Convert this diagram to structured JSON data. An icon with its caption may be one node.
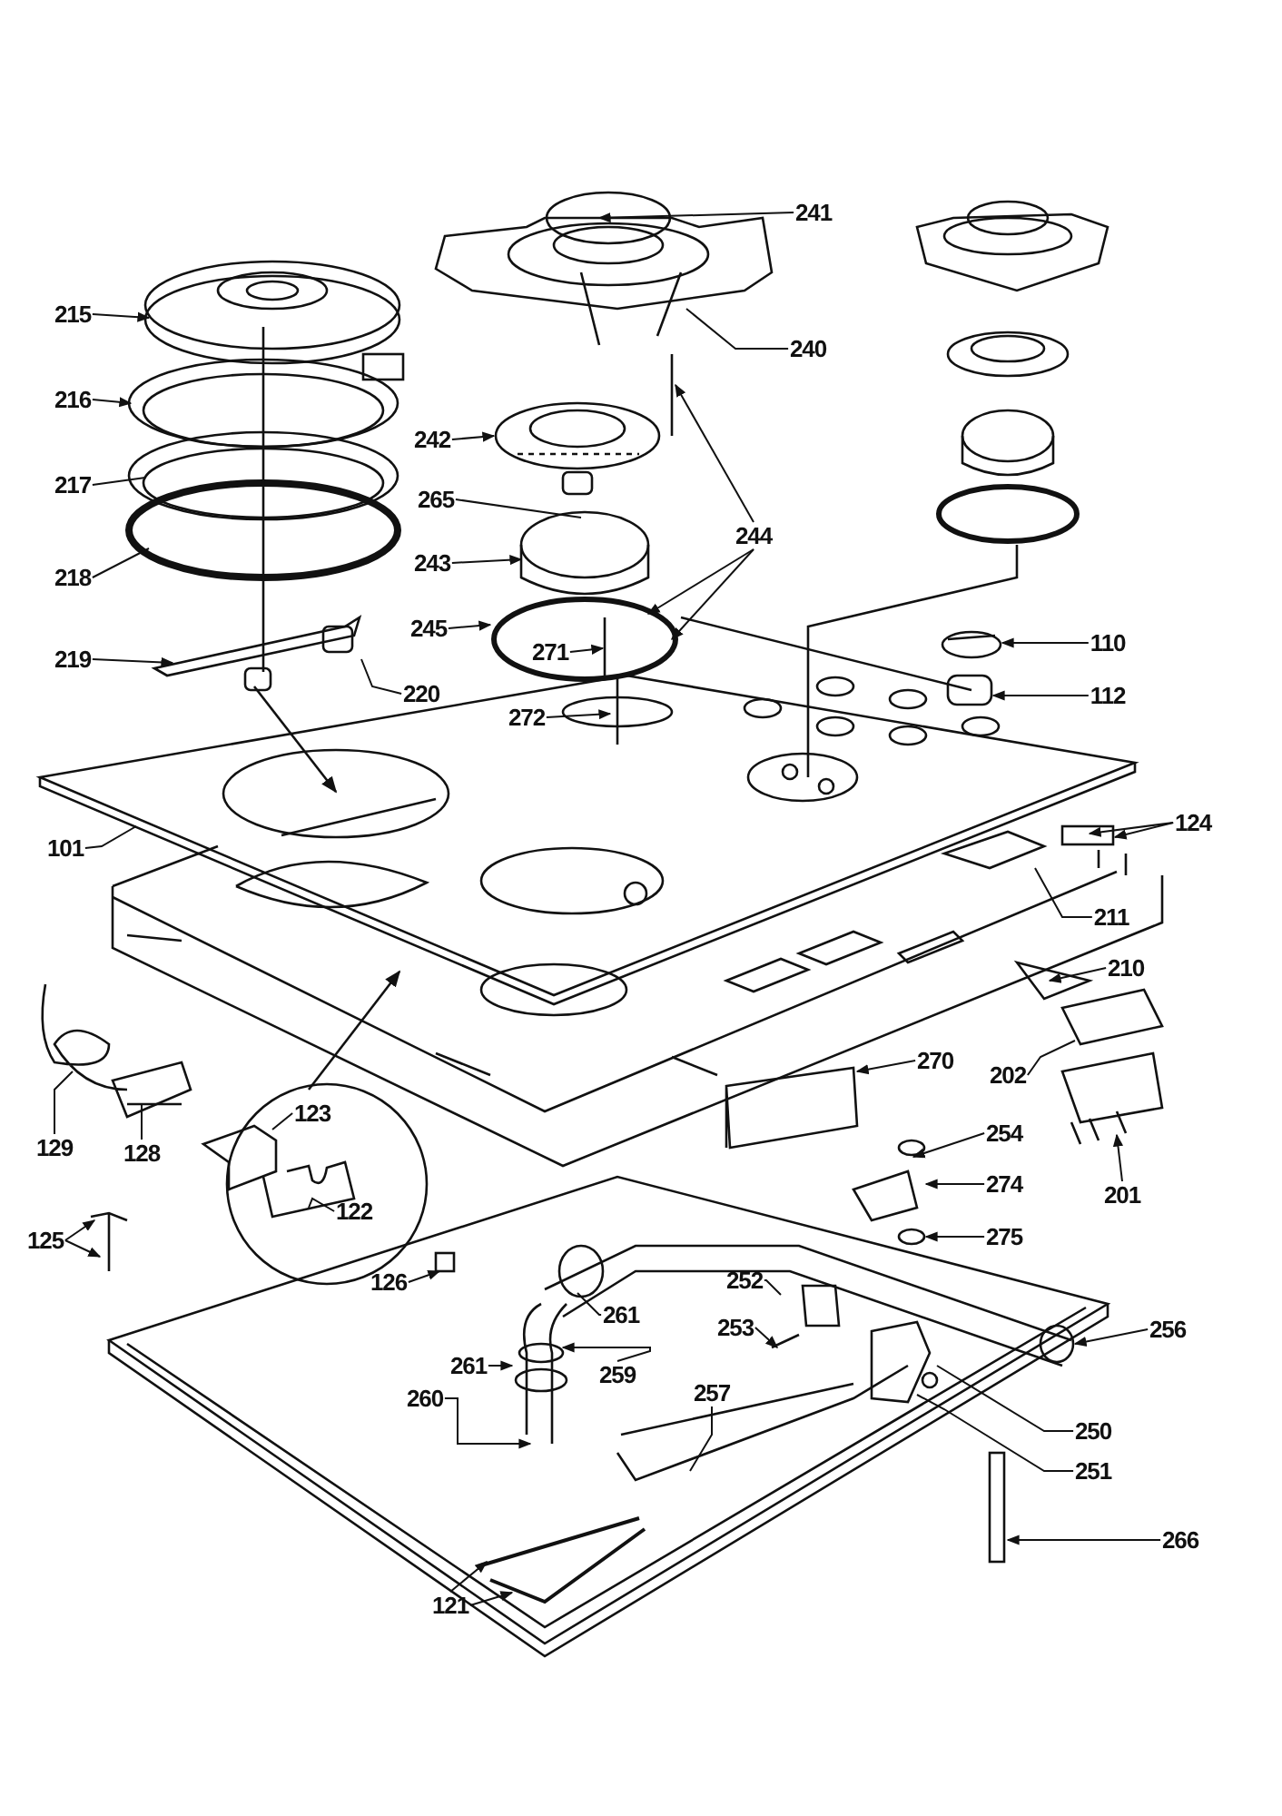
{
  "diagram": {
    "nodes": [
      {
        "text": [
          "241"
        ]
      },
      {
        "text": [
          "240"
        ]
      },
      {
        "text": [
          "215"
        ]
      },
      {
        "text": [
          "216"
        ]
      },
      {
        "text": [
          "217"
        ]
      },
      {
        "text": [
          "218"
        ]
      },
      {
        "text": [
          "219"
        ]
      },
      {
        "text": [
          "220"
        ]
      },
      {
        "text": [
          "242"
        ]
      },
      {
        "text": [
          "265"
        ]
      },
      {
        "text": [
          "243"
        ]
      },
      {
        "text": [
          "244"
        ]
      },
      {
        "text": [
          "245"
        ]
      },
      {
        "text": [
          "271"
        ]
      },
      {
        "text": [
          "272"
        ]
      },
      {
        "text": [
          "110"
        ]
      },
      {
        "text": [
          "112"
        ]
      },
      {
        "text": [
          "124"
        ]
      },
      {
        "text": [
          "211"
        ]
      },
      {
        "text": [
          "210"
        ]
      },
      {
        "text": [
          "202"
        ]
      },
      {
        "text": [
          "201"
        ]
      },
      {
        "text": [
          "270"
        ]
      },
      {
        "text": [
          "254"
        ]
      },
      {
        "text": [
          "274"
        ]
      },
      {
        "text": [
          "275"
        ]
      },
      {
        "text": [
          "101"
        ]
      },
      {
        "text": [
          "123"
        ]
      },
      {
        "text": [
          "122"
        ]
      },
      {
        "text": [
          "129"
        ]
      },
      {
        "text": [
          "128"
        ]
      },
      {
        "text": [
          "125"
        ]
      },
      {
        "text": [
          "126"
        ]
      },
      {
        "text": [
          "261"
        ]
      },
      {
        "text": [
          "259"
        ]
      },
      {
        "text": [
          "261"
        ]
      },
      {
        "text": [
          "260"
        ]
      },
      {
        "text": [
          "252"
        ]
      },
      {
        "text": [
          "253"
        ]
      },
      {
        "text": [
          "256"
        ]
      },
      {
        "text": [
          "250"
        ]
      },
      {
        "text": [
          "251"
        ]
      },
      {
        "text": [
          "257"
        ]
      },
      {
        "text": [
          "266"
        ]
      },
      {
        "text": [
          "121"
        ]
      },
      {
        "text": [],
        "shape": "circle"
      }
    ],
    "edges": [
      {
        "from": 0,
        "to": null,
        "arrow": "to"
      },
      {
        "from": 1,
        "to": null,
        "arrow": "none"
      },
      {
        "from": 2,
        "to": null,
        "arrow": "to"
      },
      {
        "from": 3,
        "to": null,
        "arrow": "to"
      },
      {
        "from": 4,
        "to": null,
        "arrow": "none"
      },
      {
        "from": 5,
        "to": null,
        "arrow": "none"
      },
      {
        "from": 6,
        "to": null,
        "arrow": "to"
      },
      {
        "from": 7,
        "to": null,
        "arrow": "none"
      },
      {
        "from": 8,
        "to": null,
        "arrow": "to"
      },
      {
        "from": 9,
        "to": null,
        "arrow": "none"
      },
      {
        "from": 10,
        "to": null,
        "arrow": "to"
      },
      {
        "from": 11,
        "to": null,
        "arrow": "to"
      },
      {
        "from": 11,
        "to": null,
        "arrow": "to"
      },
      {
        "from": 11,
        "to": null,
        "arrow": "to"
      },
      {
        "from": 12,
        "to": null,
        "arrow": "to"
      },
      {
        "from": 13,
        "to": null,
        "arrow": "to"
      },
      {
        "from": 14,
        "to": null,
        "arrow": "to"
      },
      {
        "from": 15,
        "to": null,
        "arrow": "to"
      },
      {
        "from": 16,
        "to": null,
        "arrow": "to"
      },
      {
        "from": 17,
        "to": null,
        "arrow": "to"
      },
      {
        "from": 17,
        "to": null,
        "arrow": "to"
      },
      {
        "from": 18,
        "to": null,
        "arrow": "none"
      },
      {
        "from": 19,
        "to": null,
        "arrow": "to"
      },
      {
        "from": 20,
        "to": null,
        "arrow": "none"
      },
      {
        "from": 21,
        "to": null,
        "arrow": "to"
      },
      {
        "from": 22,
        "to": null,
        "arrow": "to"
      },
      {
        "from": 23,
        "to": null,
        "arrow": "to"
      },
      {
        "from": 24,
        "to": null,
        "arrow": "to"
      },
      {
        "from": 25,
        "to": null,
        "arrow": "to"
      },
      {
        "from": 26,
        "to": null,
        "arrow": "none"
      },
      {
        "from": 27,
        "to": null,
        "arrow": "none"
      },
      {
        "from": 28,
        "to": null,
        "arrow": "none"
      },
      {
        "from": 29,
        "to": null,
        "arrow": "none"
      },
      {
        "from": 30,
        "to": null,
        "arrow": "none"
      },
      {
        "from": 31,
        "to": null,
        "arrow": "to"
      },
      {
        "from": 31,
        "to": null,
        "arrow": "to"
      },
      {
        "from": 32,
        "to": null,
        "arrow": "to"
      },
      {
        "from": 33,
        "to": null,
        "arrow": "none"
      },
      {
        "from": 34,
        "to": null,
        "arrow": "to"
      },
      {
        "from": 35,
        "to": null,
        "arrow": "to"
      },
      {
        "from": 36,
        "to": null,
        "arrow": "to"
      },
      {
        "from": 37,
        "to": null,
        "arrow": "none"
      },
      {
        "from": 38,
        "to": null,
        "arrow": "to"
      },
      {
        "from": 39,
        "to": 45,
        "arrow": "to"
      },
      {
        "from": 40,
        "to": null,
        "arrow": "none"
      },
      {
        "from": 41,
        "to": null,
        "arrow": "none"
      },
      {
        "from": 42,
        "to": null,
        "arrow": "none"
      },
      {
        "from": 43,
        "to": null,
        "arrow": "to"
      },
      {
        "from": 44,
        "to": null,
        "arrow": "to"
      },
      {
        "from": 44,
        "to": null,
        "arrow": "to"
      }
    ]
  }
}
